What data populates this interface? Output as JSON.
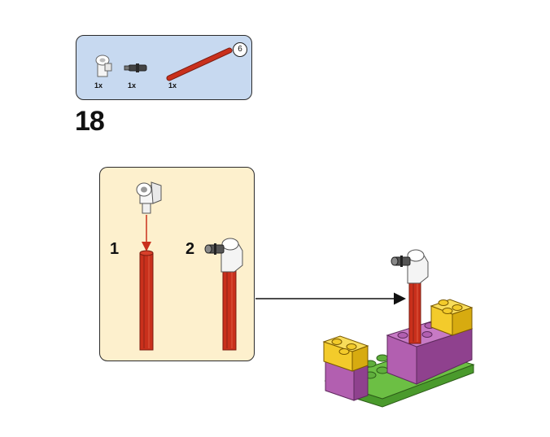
{
  "parts_list": {
    "items": [
      {
        "part": "angle-connector",
        "count": "1x"
      },
      {
        "part": "axle-pin",
        "count": "1x"
      },
      {
        "part": "red-axle",
        "count": "1x"
      }
    ],
    "axle_length_badge": "6"
  },
  "step": {
    "number": "18",
    "substeps": [
      "1",
      "2"
    ]
  },
  "colors": {
    "parts_bg": "#c7d9f0",
    "substep_bg": "#fdf0cd",
    "axle_red": "#c9301c",
    "brick_purple": "#b25fb0",
    "brick_yellow": "#f3cb2b",
    "plate_green": "#5fae3c"
  }
}
